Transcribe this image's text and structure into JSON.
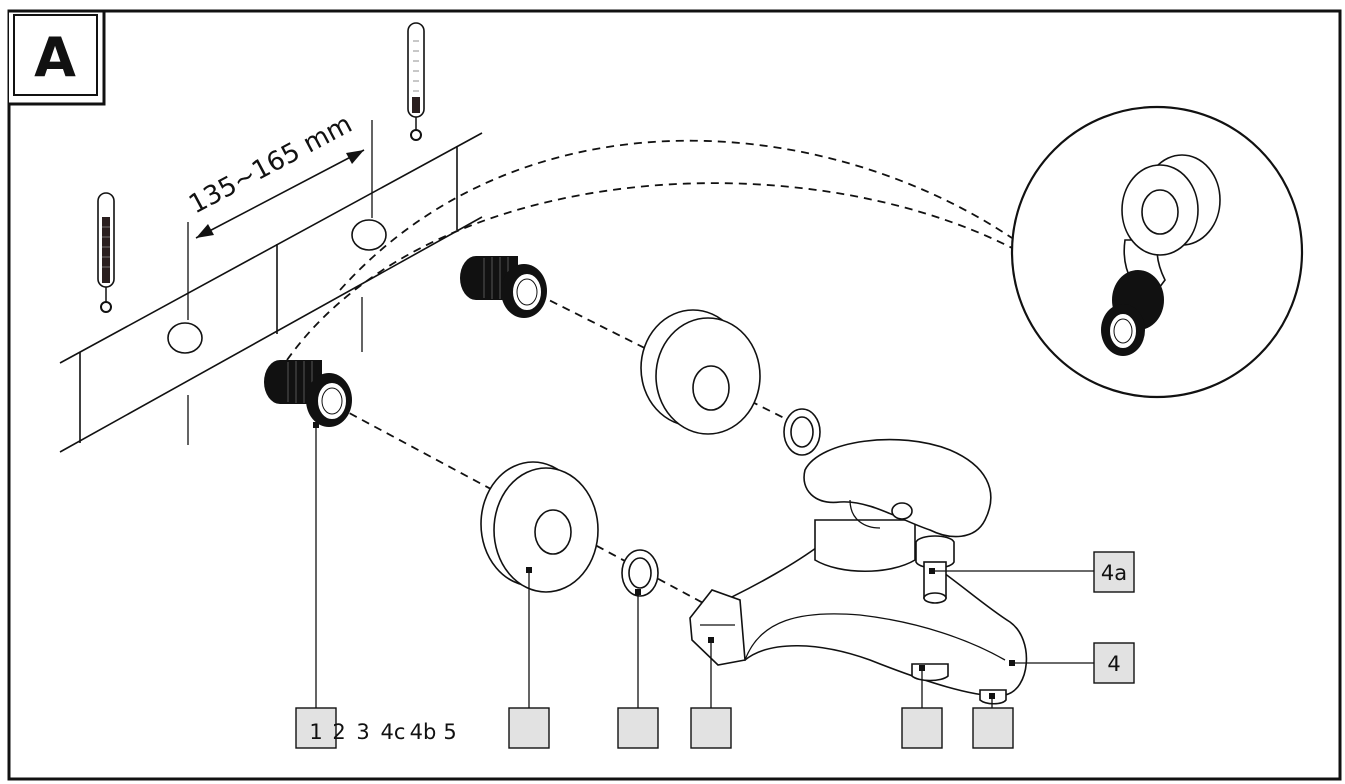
{
  "panel_label": "A",
  "dimension_label": "135~165 mm",
  "callouts": {
    "c1": "1",
    "c2": "2",
    "c3": "3",
    "c4c": "4c",
    "c4b": "4b",
    "c5": "5",
    "c4a": "4a",
    "c4": "4"
  },
  "icons": {
    "hot_thermometer": "thermometer-hot-icon",
    "cold_thermometer": "thermometer-cold-icon",
    "detail_view": "magnified-detail-icon"
  }
}
